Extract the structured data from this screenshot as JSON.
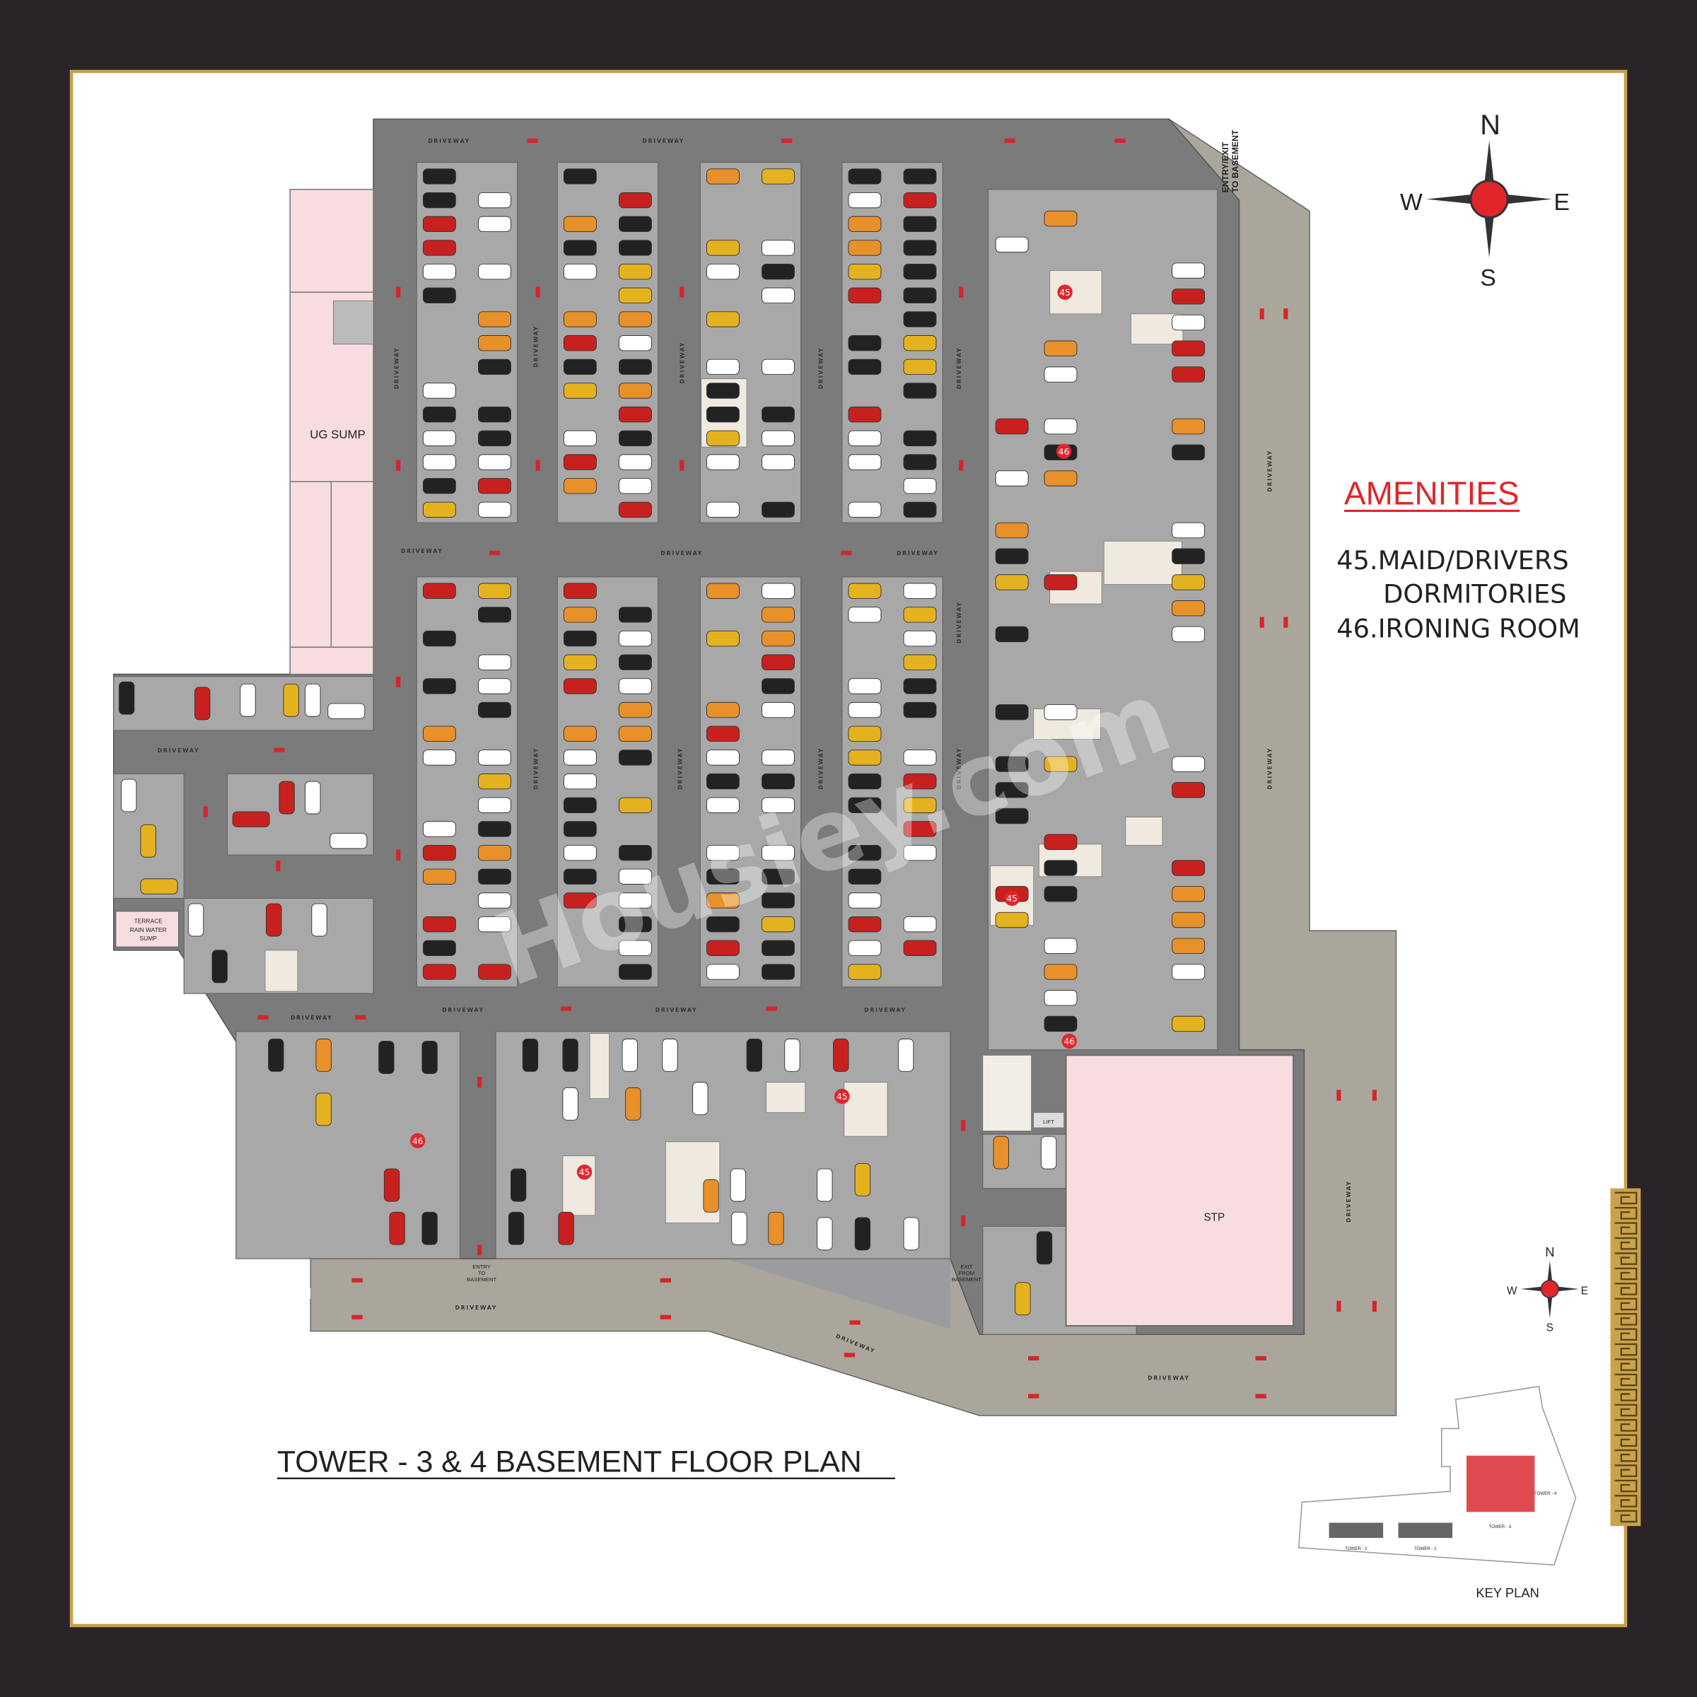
{
  "title": "TOWER - 3 & 4 BASEMENT FLOOR PLAN",
  "amenities": {
    "heading": "AMENITIES",
    "items": [
      "45.MAID/DRIVERS",
      "DORMITORIES",
      "46.IRONING ROOM"
    ]
  },
  "compass": {
    "north": "N",
    "south": "S",
    "east": "E",
    "west": "W"
  },
  "labels": {
    "driveway": "DRIVEWAY",
    "ug_sump": "UG SUMP",
    "stp": "STP",
    "terrace_sump": [
      "TERRACE",
      "RAIN WATER",
      "SUMP"
    ],
    "entry_exit": [
      "ENTRY/EXIT",
      "TO BASEMENT"
    ],
    "entry_basement": [
      "ENTRY",
      "TO",
      "BASEMENT"
    ],
    "exit_basement": [
      "EXIT",
      "FROM",
      "BASEMENT"
    ],
    "lift": "LIFT"
  },
  "markers": {
    "maid_dorm": "45",
    "ironing": "46"
  },
  "key_plan": {
    "label": "KEY PLAN",
    "towers": [
      "TOWER - 1",
      "TOWER - 2",
      "TOWER - 3",
      "TOWER - 4"
    ]
  },
  "watermark": "Housiey.com",
  "colors": {
    "background": "#2a2328",
    "panel": "#ffffff",
    "border_gold": "#c9a24a",
    "driveway": "#7b7b7b",
    "parking": "#a8a8a8",
    "ramp": "#aaa69c",
    "pink_area": "#f7dde0",
    "accent_red": "#e0262b",
    "highlight": "#e04b50"
  }
}
